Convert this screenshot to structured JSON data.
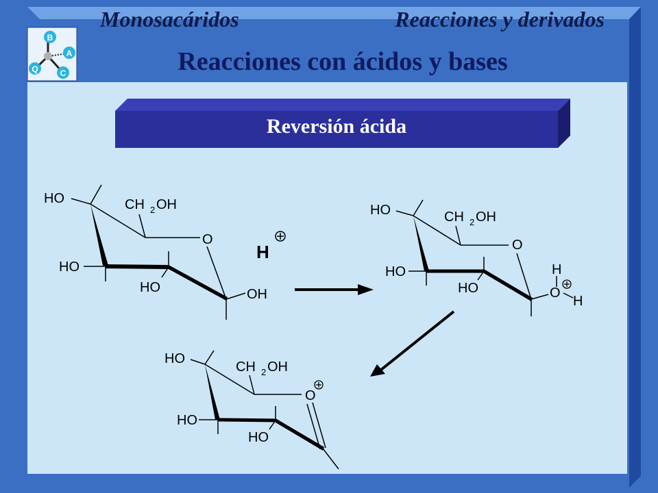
{
  "header": {
    "left_title": "Monosacáridos",
    "right_title": "Reacciones y derivados",
    "logo_letters": [
      "B",
      "A",
      "C",
      "Q"
    ]
  },
  "slide": {
    "title": "Reacciones con ácidos y bases",
    "banner": "Reversión ácida"
  },
  "molecule_labels": {
    "ho": "HO",
    "ch2": "CH",
    "sub2": "2",
    "oh": "OH",
    "o": "O",
    "h": "H",
    "plus": "+"
  },
  "colors": {
    "slide_bg": "#cce6f7",
    "frame_blue": "#3a6fc4",
    "banner": "#2b2f9c",
    "title": "#101a60"
  }
}
